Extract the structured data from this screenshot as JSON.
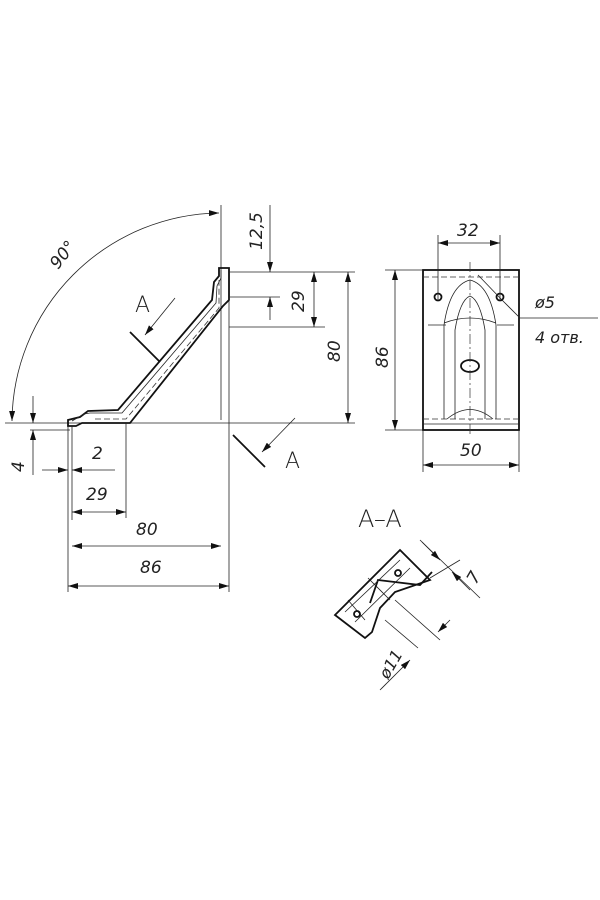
{
  "drawing": {
    "main_view": {
      "angle_label": "90°",
      "dim_12_5": "12,5",
      "dim_29_vertical": "29",
      "dim_80_vertical": "80",
      "dim_4": "4",
      "dim_2": "2",
      "dim_29_horizontal": "29",
      "dim_80_horizontal": "80",
      "dim_86_horizontal": "86",
      "section_mark_upper": "A",
      "section_mark_lower": "A"
    },
    "side_view": {
      "dim_32": "32",
      "dim_86": "86",
      "dim_50": "50",
      "hole_diameter": "ø5",
      "hole_count": "4 отв."
    },
    "section_view": {
      "title": "A–A",
      "dim_7": "7",
      "dim_diameter_11": "ø11"
    }
  }
}
